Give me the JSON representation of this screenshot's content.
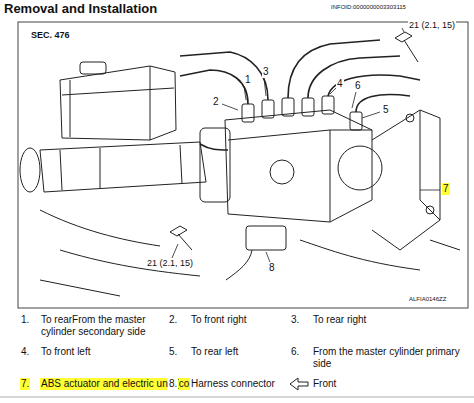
{
  "diagram": {
    "title": "Removal and Installation",
    "labels": [
      "INFOID:0000000003303115",
      "SEC. 476",
      "21 (2.1, 15)",
      "1",
      "2",
      "3",
      "4",
      "5",
      "6",
      "7",
      "8",
      "21 (2.1, 15)",
      "ALFIA0146ZZ",
      "1.",
      "To rearFrom the master cylinder secondary side",
      "2.",
      "To front right",
      "3.",
      "To rear right",
      "4.",
      "To front left",
      "5.",
      "To rear left",
      "6.",
      "From the master cylinder primary side",
      "7.",
      "ABS actuator and electric unit (control unit)",
      "8.",
      "Harness connector",
      "Front"
    ]
  }
}
